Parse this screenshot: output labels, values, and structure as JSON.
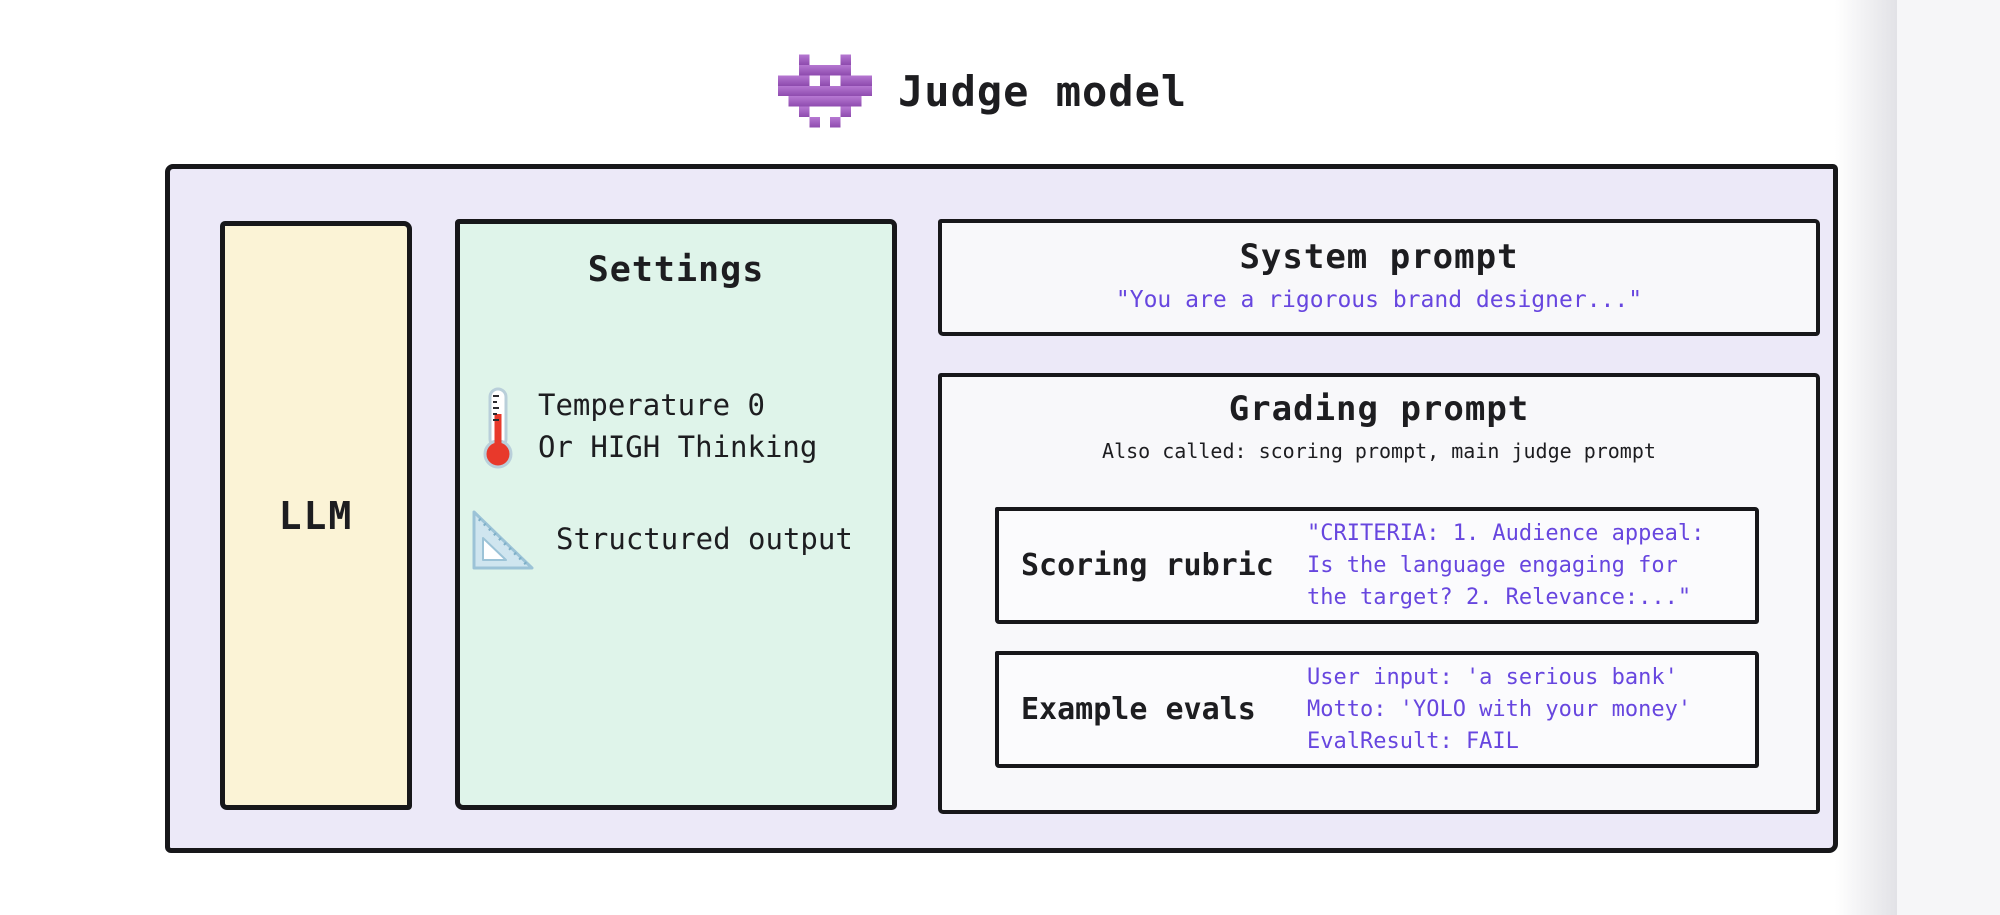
{
  "title": {
    "label": "Judge model",
    "icon": "space-invader-icon"
  },
  "llm": {
    "label": "LLM"
  },
  "settings": {
    "title": "Settings",
    "items": [
      {
        "icon": "thermometer-icon",
        "lines": [
          "Temperature 0",
          "Or HIGH Thinking"
        ]
      },
      {
        "icon": "set-square-icon",
        "lines": [
          "Structured output"
        ]
      }
    ]
  },
  "system_prompt": {
    "title": "System prompt",
    "quote": "\"You are a rigorous brand designer...\""
  },
  "grading_prompt": {
    "title": "Grading prompt",
    "subtitle": "Also called: scoring prompt, main judge prompt",
    "scoring_rubric": {
      "label": "Scoring rubric",
      "lines": [
        "\"CRITERIA: 1. Audience appeal:",
        "Is the language engaging for",
        "the target? 2. Relevance:...\""
      ]
    },
    "example_evals": {
      "label": "Example evals",
      "lines": [
        "User input: 'a serious bank'",
        "Motto: 'YOLO with your money'",
        "EvalResult: FAIL"
      ]
    }
  },
  "colors": {
    "outer_fill": "#ece9f8",
    "llm_fill": "#fbf3d6",
    "settings_fill": "#dff4ea",
    "prompt_fill": "#f8f8fa",
    "inner_fill": "#fbfbfd",
    "border": "#17171a",
    "accent_text": "#6746df",
    "invader_purple": "#a35fc4"
  }
}
